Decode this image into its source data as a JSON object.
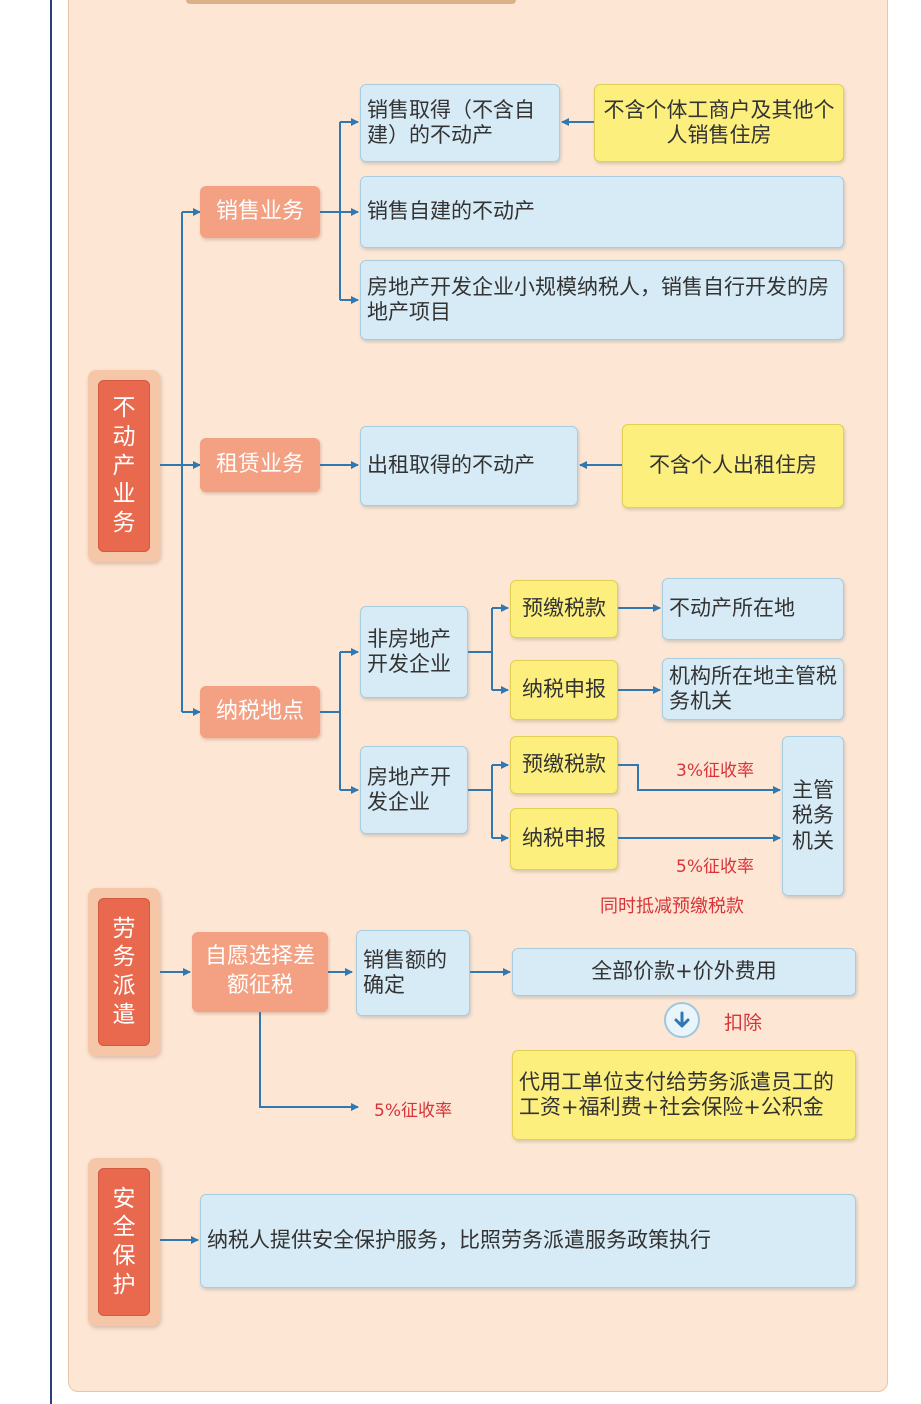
{
  "diagram": {
    "categories": [
      {
        "id": "real_estate",
        "label": "不动产业务"
      },
      {
        "id": "labor",
        "label": "劳务派遣"
      },
      {
        "id": "security",
        "label": "安全保护"
      }
    ],
    "branches": {
      "sales": "销售业务",
      "lease": "租赁业务",
      "tax_place": "纳税地点",
      "voluntary": "自愿选择差额征税"
    },
    "sales_items": {
      "acquired": "销售取得（不含自建）的不动产",
      "acquired_note": "不含个体工商户及其他个人销售住房",
      "self_built": "销售自建的不动产",
      "developer": "房地产开发企业小规模纳税人，销售自行开发的房地产项目"
    },
    "lease_items": {
      "lease_acquired": "出租取得的不动产",
      "lease_note": "不含个人出租住房"
    },
    "tax_place_items": {
      "non_developer": "非房地产开发企业",
      "developer_co": "房地产开发企业",
      "prepay": "预缴税款",
      "declare": "纳税申报",
      "location": "不动产所在地",
      "org_location": "机构所在地主管税务机关",
      "authority": "主管税务机关",
      "rate_prepay": "3%征收率",
      "rate_declare": "5%征收率",
      "offset_note": "同时抵减预缴税款"
    },
    "labor_items": {
      "sales_amount": "销售额的确定",
      "total_price": "全部价款+价外费用",
      "deduct": "扣除",
      "deduct_detail": "代用工单位支付给劳务派遣员工的工资+福利费+社会保险+公积金",
      "rate": "5%征收率"
    },
    "security_items": {
      "policy": "纳税人提供安全保护服务，比照劳务派遣服务政策执行"
    }
  },
  "colors": {
    "panel": "#fde7d4",
    "category": "#e9694e",
    "branch": "#f4a083",
    "info_box": "#d7ebf6",
    "note_box": "#fcef7e",
    "line": "#2f78b1",
    "rate_text": "#d7343a"
  }
}
